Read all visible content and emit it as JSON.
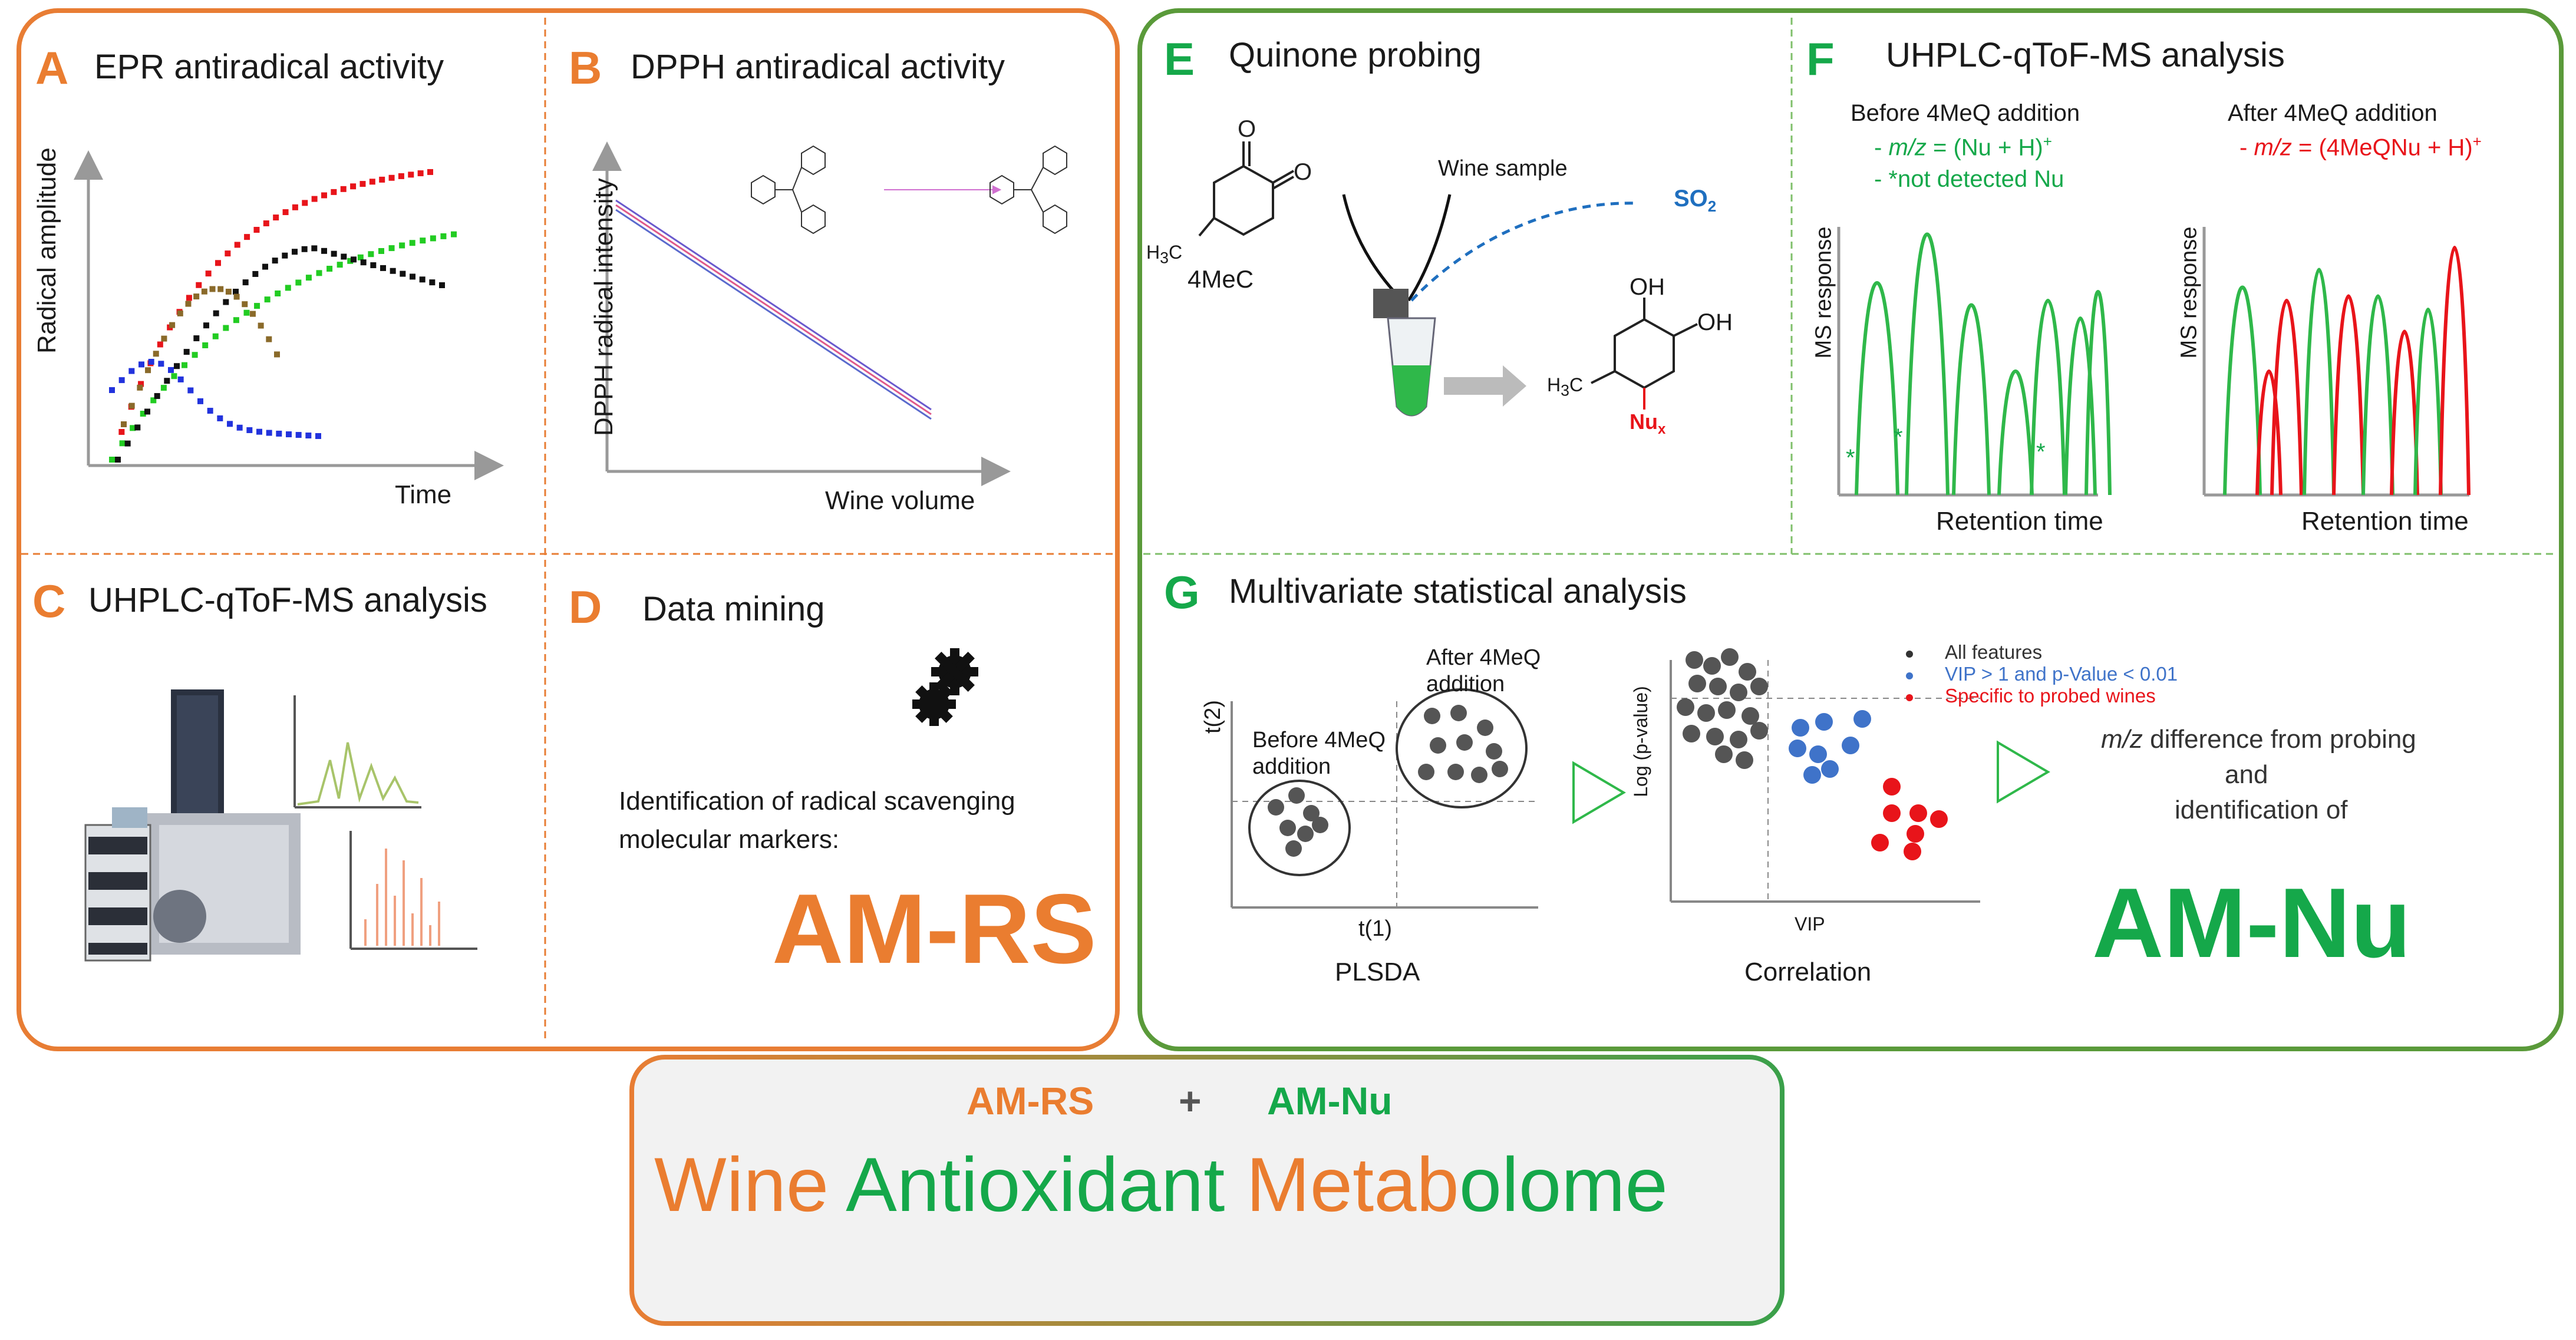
{
  "panels": {
    "A": {
      "letter": "A",
      "title": "EPR antiradical activity",
      "ylabel": "Radical amplitude",
      "xlabel": "Time"
    },
    "B": {
      "letter": "B",
      "title": "DPPH antiradical activity",
      "ylabel": "DPPH radical intensity",
      "xlabel": "Wine volume"
    },
    "C": {
      "letter": "C",
      "title": "UHPLC-qToF-MS analysis"
    },
    "D": {
      "letter": "D",
      "title": "Data mining",
      "text1": "Identification of radical scavenging",
      "text2": "molecular markers:",
      "marker": "AM-RS"
    },
    "E": {
      "letter": "E",
      "title": "Quinone probing",
      "compound": "4MeC",
      "wine": "Wine sample",
      "so2": "SO",
      "so2_sub": "2",
      "oh": "OH",
      "h3c": "H",
      "h3c_sub": "3",
      "h3c_c": "C",
      "nu": "Nu",
      "nu_sub": "x"
    },
    "F": {
      "letter": "F",
      "title": "UHPLC-qToF-MS analysis",
      "before_title": "Before 4MeQ addition",
      "before_l1_pre": "- ",
      "before_l1_mz": "m/z",
      "before_l1_post": " = (Nu + H)",
      "sup_plus": "+",
      "before_l2": "- *not detected Nu",
      "after_title": "After 4MeQ addition",
      "after_l1_pre": "- ",
      "after_l1_mz": "m/z",
      "after_l1_post": " = (4MeQNu + H)",
      "ylabel": "MS response",
      "xlabel": "Retention time",
      "star": "*"
    },
    "G": {
      "letter": "G",
      "title": "Multivariate statistical analysis",
      "plsda": "PLSDA",
      "t2": "t(2)",
      "t1": "t(1)",
      "before1": "Before 4MeQ",
      "before2": "addition",
      "after1": "After 4MeQ",
      "after2": "addition",
      "corr": "Correlation",
      "ylab": "Log (p-value)",
      "vip": "VIP",
      "legend": [
        "All features",
        "VIP > 1 and p-Value < 0.01",
        "Specific to probed wines"
      ],
      "mz": "m/z",
      "diff": " difference from probing",
      "and": "and",
      "ident": "identification of",
      "marker": "AM-Nu"
    }
  },
  "bottom": {
    "amrs": "AM-RS",
    "plus": "+",
    "amnu": "AM-Nu",
    "w1": "Wine ",
    "w2": "Antioxidant ",
    "w3": "Metab",
    "w4": "olome"
  },
  "colors": {
    "orange": "#e87d34",
    "green": "#15a84a",
    "border_green": "#5a9a3a",
    "red": "#e8141a",
    "blue": "#1f5bd6"
  }
}
